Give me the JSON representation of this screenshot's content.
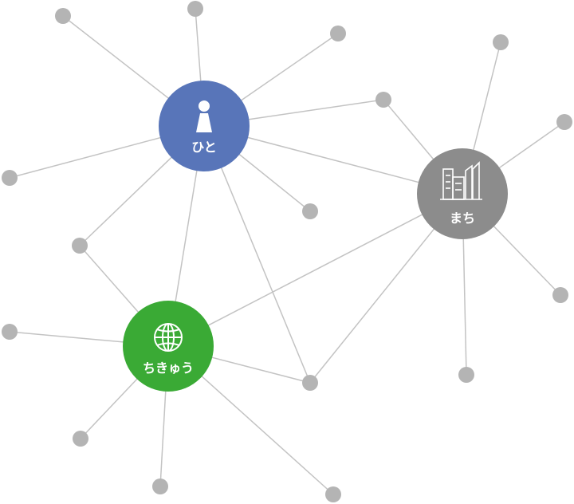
{
  "hubs": [
    {
      "id": "hito",
      "label": "ひと",
      "color": "#5875b9",
      "icon": "person-icon"
    },
    {
      "id": "machi",
      "label": "まち",
      "color": "#8c8c8c",
      "icon": "buildings-icon"
    },
    {
      "id": "chikyu",
      "label": "ちきゅう",
      "color": "#3aaa35",
      "icon": "globe-icon"
    }
  ],
  "colors": {
    "line": "#c3c3c3",
    "small_node": "#b4b4b4",
    "icon": "#ffffff"
  }
}
